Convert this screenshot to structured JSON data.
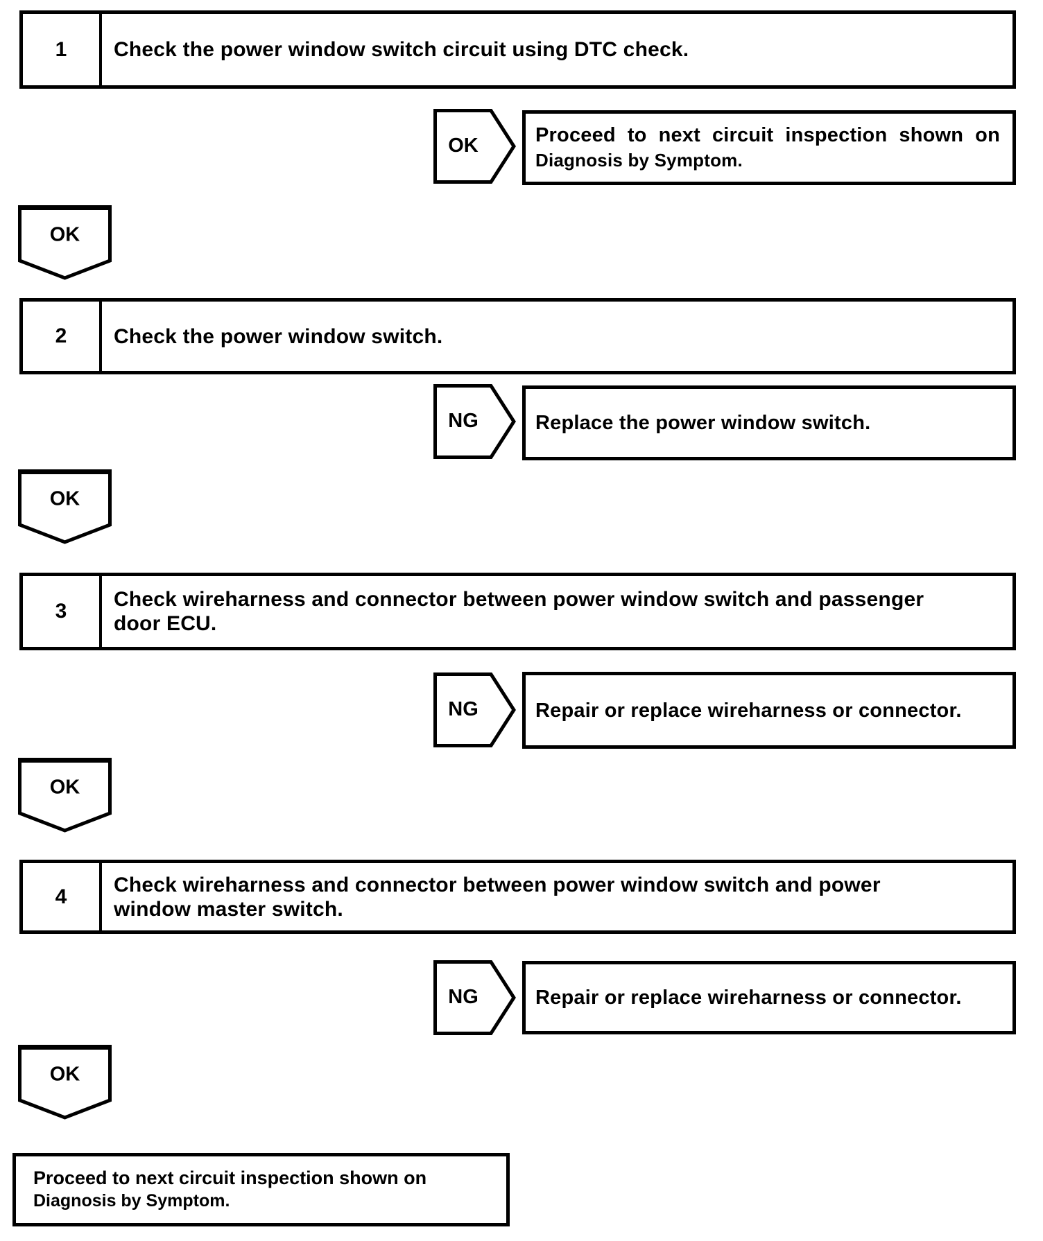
{
  "colors": {
    "line": "#000000",
    "background": "#ffffff"
  },
  "steps": [
    {
      "number": "1",
      "lines": [
        "Check the power window switch circuit using DTC check."
      ],
      "branch": {
        "label": "OK",
        "result_lines": [
          "Proceed to next circuit inspection shown on",
          "Diagnosis by Symptom."
        ]
      },
      "continue_label": "OK"
    },
    {
      "number": "2",
      "lines": [
        "Check the power window switch."
      ],
      "branch": {
        "label": "NG",
        "result_lines": [
          "Replace the power window switch."
        ]
      },
      "continue_label": "OK"
    },
    {
      "number": "3",
      "lines": [
        "Check wireharness and connector between power window switch and passenger",
        "door ECU."
      ],
      "branch": {
        "label": "NG",
        "result_lines": [
          "Repair or replace wireharness or connector."
        ]
      },
      "continue_label": "OK"
    },
    {
      "number": "4",
      "lines": [
        "Check wireharness and connector between power window switch and power",
        "window master switch."
      ],
      "branch": {
        "label": "NG",
        "result_lines": [
          "Repair or replace wireharness or connector."
        ]
      },
      "continue_label": "OK"
    }
  ],
  "end": {
    "lines": [
      "Proceed to next circuit inspection shown on",
      "Diagnosis by Symptom."
    ]
  }
}
